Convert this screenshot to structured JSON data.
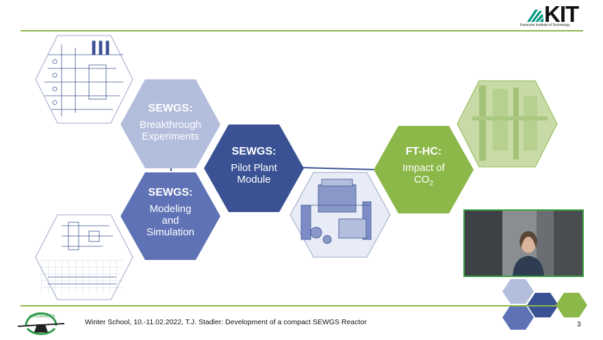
{
  "logo": {
    "name": "KIT",
    "subtitle": "Karlsruhe Institute of Technology"
  },
  "hexagons": [
    {
      "title": "SEWGS:",
      "body_lines": [
        "Breakthrough",
        "Experiments"
      ]
    },
    {
      "title": "SEWGS:",
      "body_lines": [
        "Modeling",
        "and",
        "Simulation"
      ]
    },
    {
      "title": "SEWGS:",
      "body_lines": [
        "Pilot Plant",
        "Module"
      ]
    },
    {
      "title": "FT-HC:",
      "body_lines": [
        "Impact of",
        "CO"
      ],
      "subscript": "2"
    }
  ],
  "footer": {
    "text": "Winter School, 10.-11.02.2022, T.J. Stadler: Development of a compact SEWGS Reactor",
    "page_number": "3"
  },
  "bottom_logo": {
    "name": "AEROGREEN"
  },
  "colors": {
    "accent_green": "#8cb84a",
    "light_blue": "#b3bddc",
    "mid_blue": "#5f72b6",
    "dark_blue": "#3a5294",
    "green_hex": "#8cb84a",
    "video_border": "#3ea042"
  }
}
